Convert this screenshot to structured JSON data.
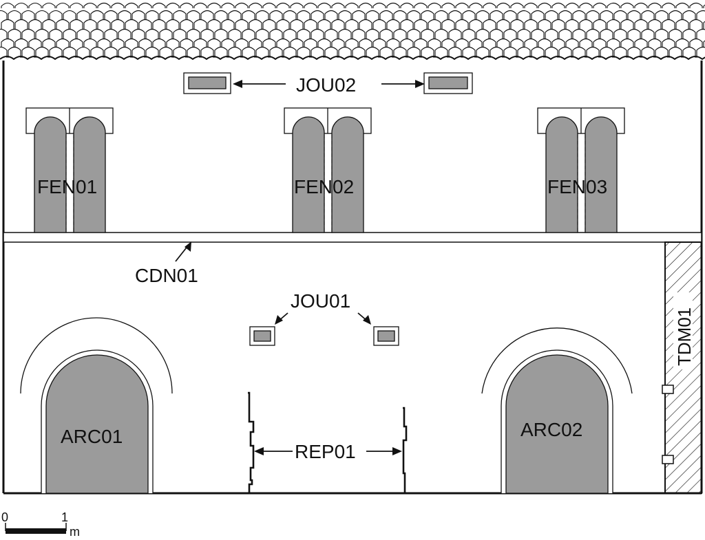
{
  "labels": {
    "jou02": "JOU02",
    "fen01": "FEN01",
    "fen02": "FEN02",
    "fen03": "FEN03",
    "cdn01": "CDN01",
    "jou01": "JOU01",
    "tdm01": "TDM01",
    "arc01": "ARC01",
    "arc02": "ARC02",
    "rep01": "REP01"
  },
  "scale": {
    "zero": "0",
    "one": "1",
    "unit": "m"
  },
  "colors": {
    "stroke": "#111111",
    "opening_fill": "#9b9b9b",
    "wall": "#ffffff"
  }
}
